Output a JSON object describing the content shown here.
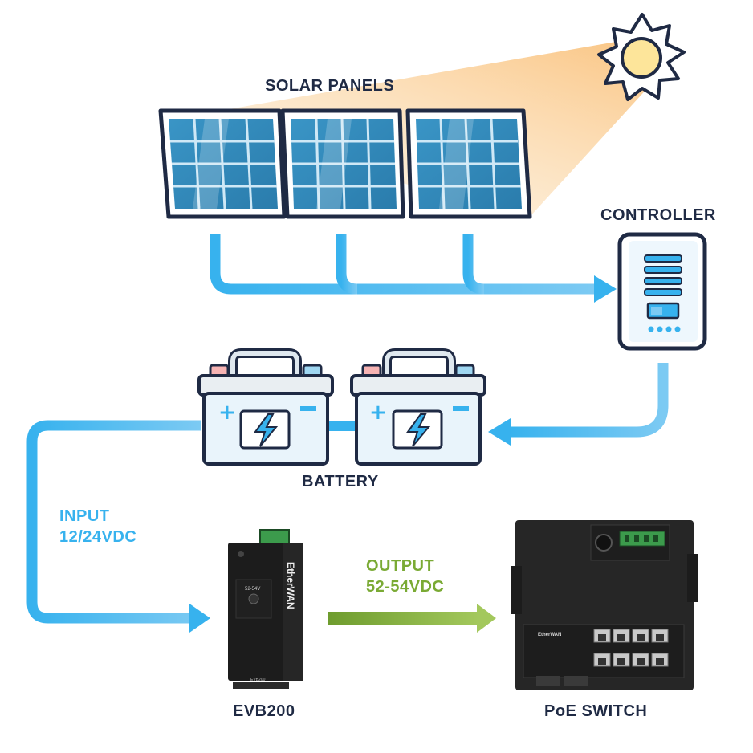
{
  "labels": {
    "solar_panels": "SOLAR PANELS",
    "controller": "CONTROLLER",
    "battery": "BATTERY",
    "input": "INPUT",
    "input_voltage": "12/24VDC",
    "output": "OUTPUT",
    "output_voltage": "52-54VDC",
    "evb200": "EVB200",
    "poe_switch": "PoE SWITCH"
  },
  "device_text": {
    "evb_brand": "EtherWAN",
    "evb_voltage": "52-54V",
    "evb_model": "EVB200",
    "switch_brand": "EtherWAN"
  },
  "colors": {
    "dark_navy": "#1f2a44",
    "sky_blue": "#37b2ee",
    "output_green": "#7aaa34",
    "panel_cell": "#2f85b5",
    "sun_fill": "#fde59a",
    "device_black": "#222222"
  }
}
